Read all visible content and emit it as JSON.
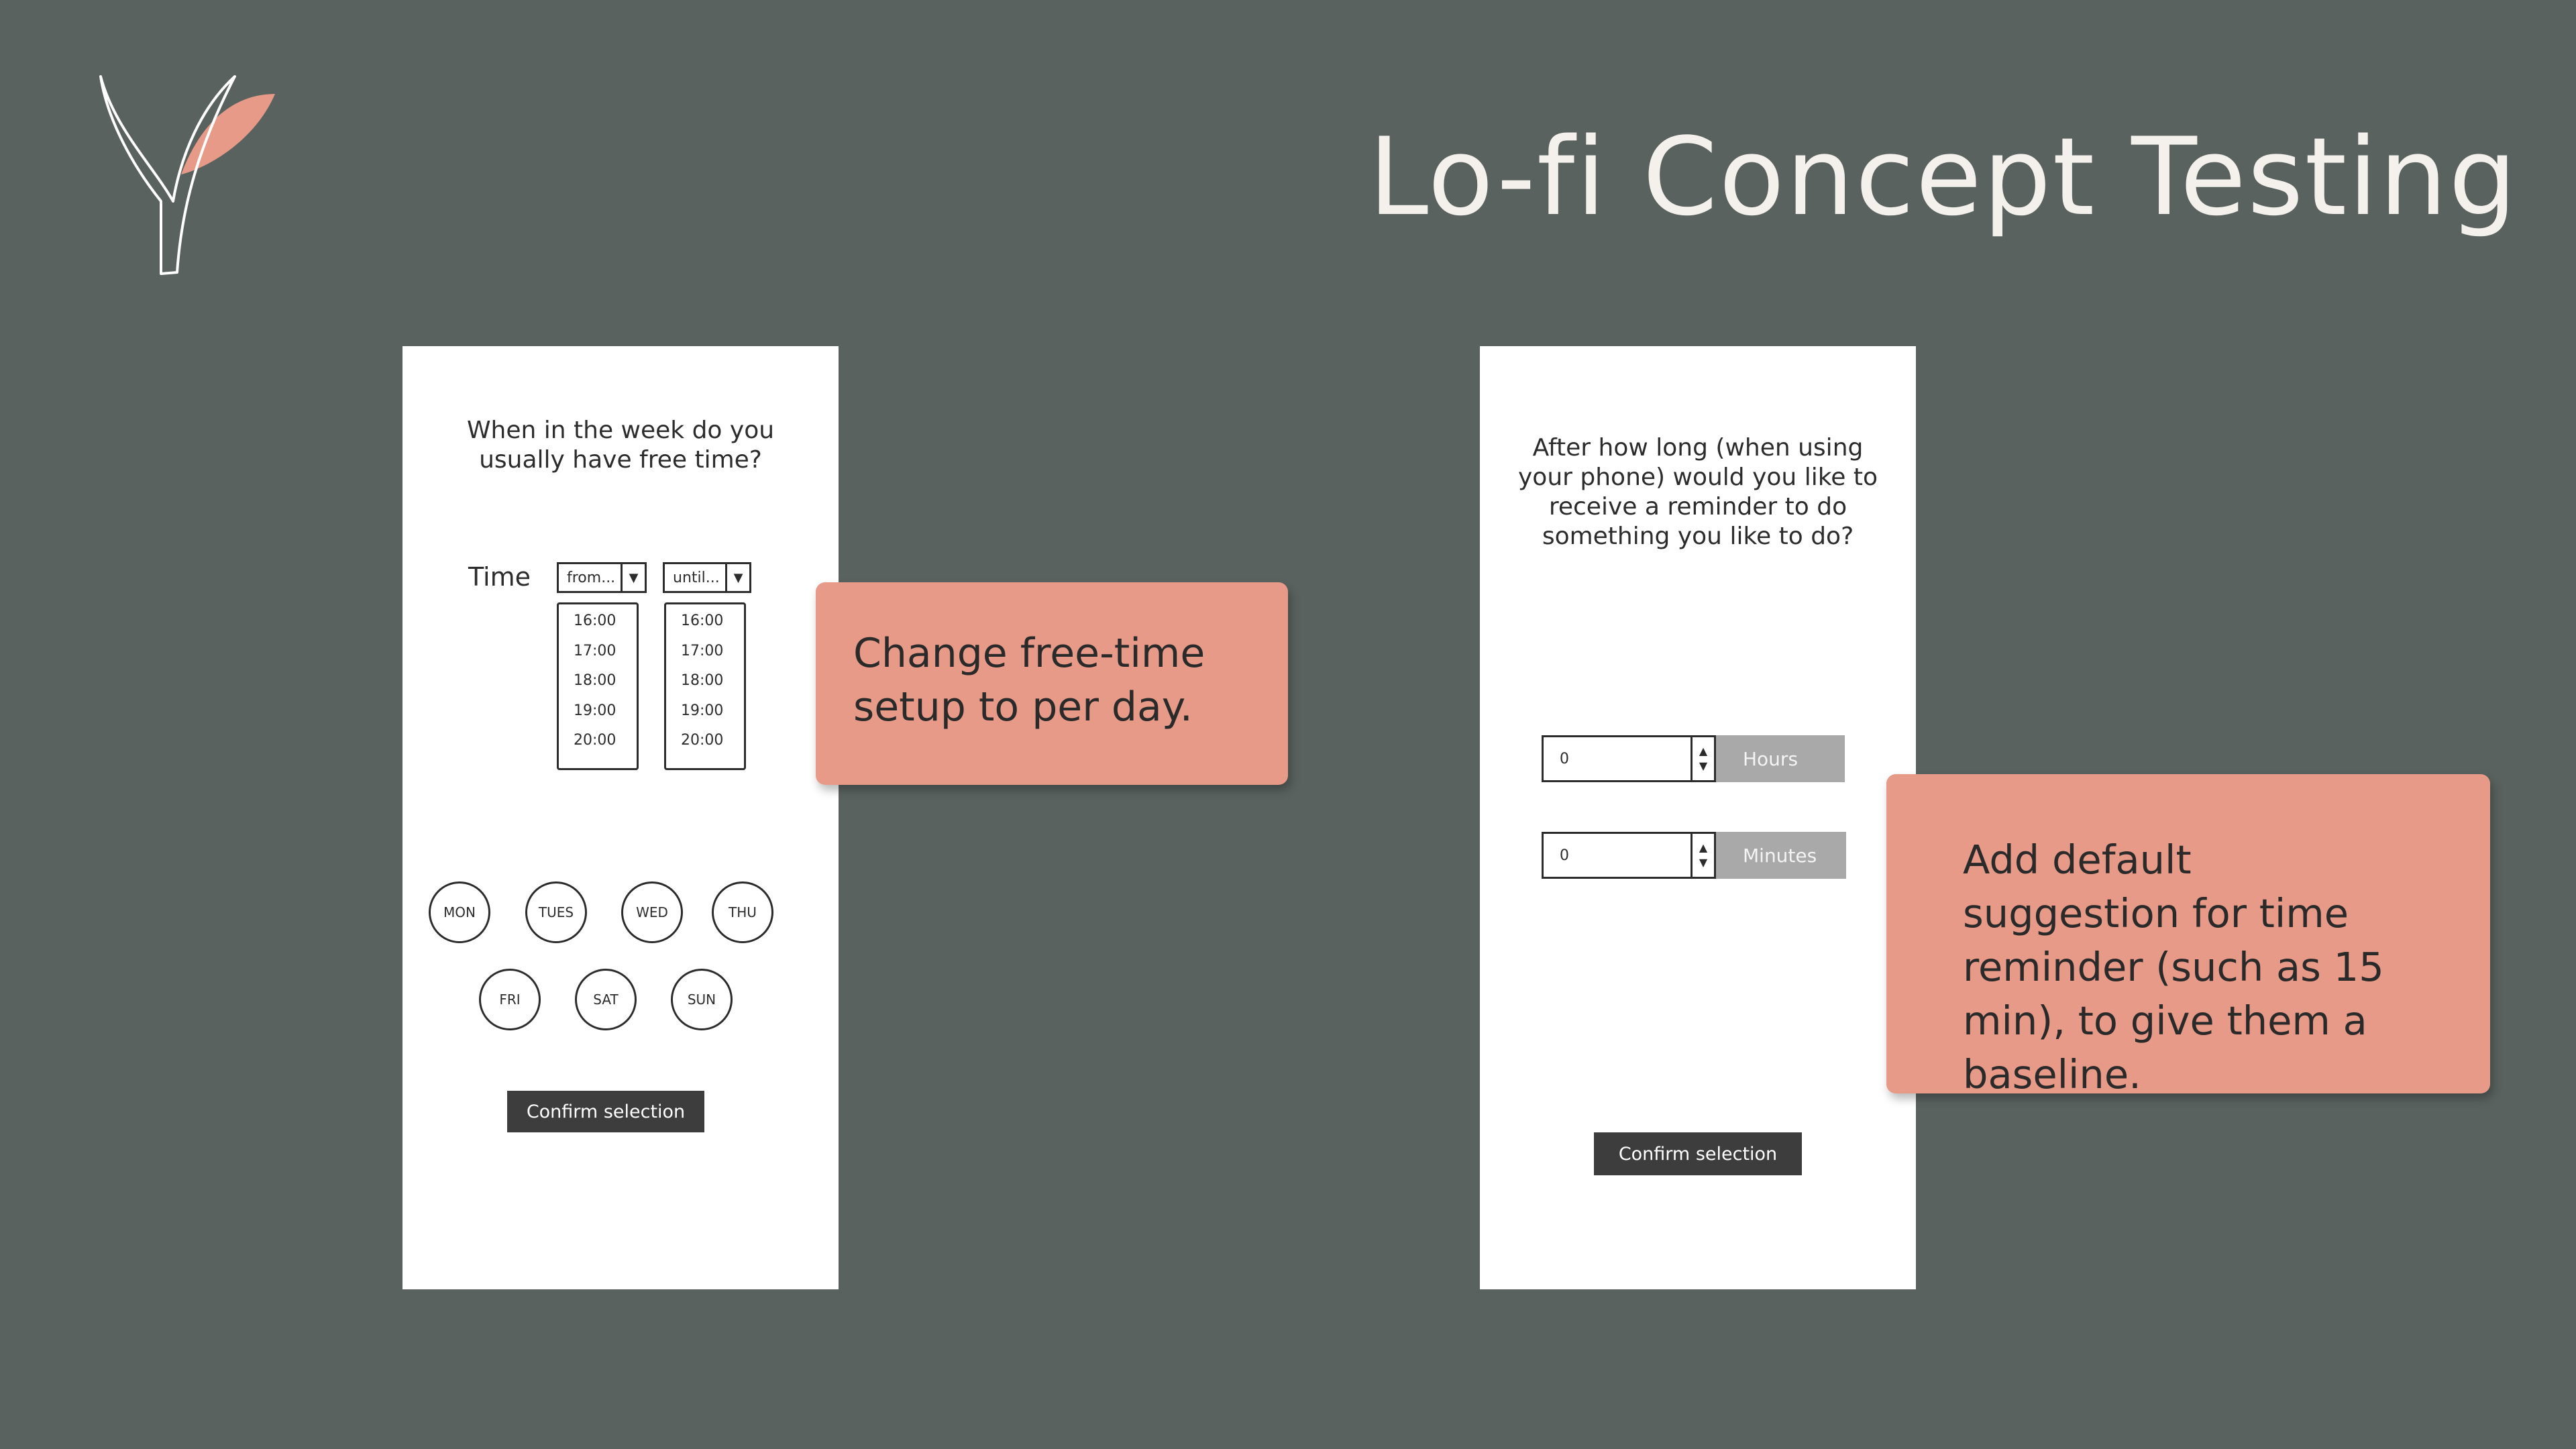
{
  "slide": {
    "title": "Lo-fi Concept Testing",
    "brand_colors": {
      "background": "#5a6260",
      "accent": "#e89a88",
      "logo_stroke": "#ffffff"
    }
  },
  "screen1": {
    "question": "When in the week do you usually have free time?",
    "time_label": "Time",
    "from_select": {
      "value": "from..."
    },
    "until_select": {
      "value": "until..."
    },
    "from_options": [
      "16:00",
      "17:00",
      "18:00",
      "19:00",
      "20:00"
    ],
    "until_options": [
      "16:00",
      "17:00",
      "18:00",
      "19:00",
      "20:00"
    ],
    "days": [
      "MON",
      "TUES",
      "WED",
      "THU",
      "FRI",
      "SAT",
      "SUN"
    ],
    "confirm_label": "Confirm selection",
    "icons": {
      "dropdown": "chevron-down-icon"
    }
  },
  "screen2": {
    "question": "After how long (when using your phone) would you like to receive a reminder to do something you like to do?",
    "hours": {
      "value": "0",
      "unit": "Hours"
    },
    "minutes": {
      "value": "0",
      "unit": "Minutes"
    },
    "confirm_label": "Confirm selection",
    "icons": {
      "stepper": "stepper-arrows-icon"
    }
  },
  "notes": [
    {
      "text": "Change free-time setup to per day."
    },
    {
      "text": "Add default suggestion for time reminder (such as 15 min), to give them a baseline."
    }
  ]
}
